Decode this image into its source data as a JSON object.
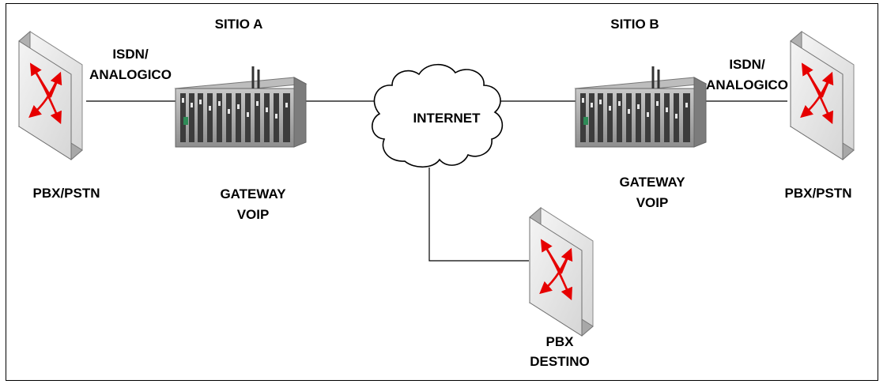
{
  "site_a": {
    "title": "SITIO A"
  },
  "site_b": {
    "title": "SITIO B"
  },
  "left_link": {
    "line1": "ISDN/",
    "line2": "ANALOGICO"
  },
  "right_link": {
    "line1": "ISDN/",
    "line2": "ANALOGICO"
  },
  "left_pbx": {
    "label": "PBX/PSTN"
  },
  "right_pbx": {
    "label": "PBX/PSTN"
  },
  "gateway_a": {
    "line1": "GATEWAY",
    "line2": "VOIP"
  },
  "gateway_b": {
    "line1": "GATEWAY",
    "line2": "VOIP"
  },
  "cloud": {
    "label": "INTERNET"
  },
  "dest_pbx": {
    "line1": "PBX",
    "line2": "DESTINO"
  },
  "colors": {
    "arrow": "#e60000",
    "cabinet": "#dcdcdc",
    "line": "#000000"
  }
}
